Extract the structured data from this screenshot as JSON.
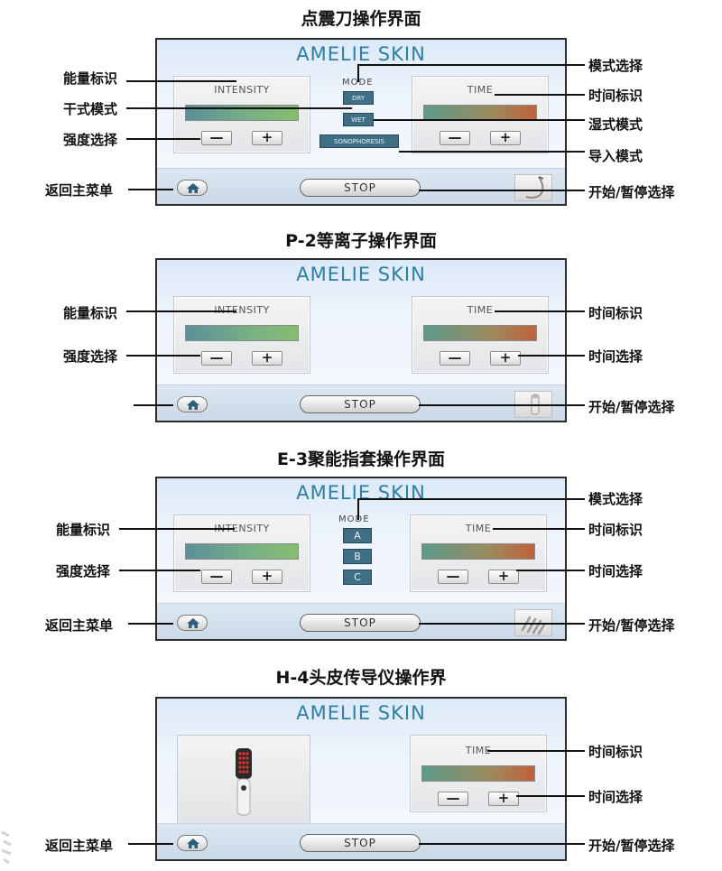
{
  "brand": "AMELIE SKIN",
  "sections": [
    {
      "title": "点震刀操作界面",
      "intensity_label": "INTENSITY",
      "time_label": "TIME",
      "mode_label": "MODE",
      "modes": [
        "DRY",
        "WET",
        "SONOPHORESIS"
      ],
      "stop": "STOP",
      "callouts": {
        "energy": "能量标识",
        "dry": "干式模式",
        "strength": "强度选择",
        "home": "返回主菜单",
        "mode": "模式选择",
        "time": "时间标识",
        "wet": "湿式模式",
        "import": "导入模式",
        "start": "开始/暂停选择"
      }
    },
    {
      "title": "P-2等离子操作界面",
      "intensity_label": "INTENSITY",
      "time_label": "TIME",
      "stop": "STOP",
      "callouts": {
        "energy": "能量标识",
        "strength": "强度选择",
        "time": "时间标识",
        "time_select": "时间选择",
        "start": "开始/暂停选择"
      }
    },
    {
      "title": "E-3聚能指套操作界面",
      "intensity_label": "INTENSITY",
      "time_label": "TIME",
      "mode_label": "MODE",
      "modes": [
        "A",
        "B",
        "C"
      ],
      "stop": "STOP",
      "callouts": {
        "energy": "能量标识",
        "strength": "强度选择",
        "home": "返回主菜单",
        "mode": "模式选择",
        "time": "时间标识",
        "time_select": "时间选择",
        "start": "开始/暂停选择"
      }
    },
    {
      "title": "H-4头皮传导仪操作界",
      "time_label": "TIME",
      "stop": "STOP",
      "callouts": {
        "home": "返回主菜单",
        "time": "时间标识",
        "time_select": "时间选择",
        "start": "开始/暂停选择"
      }
    }
  ],
  "buttons": {
    "minus": "—",
    "plus": "+"
  },
  "icons": {
    "home": "home-icon",
    "device": "device-handpiece-icon",
    "scalp_device": "scalp-device-icon"
  }
}
